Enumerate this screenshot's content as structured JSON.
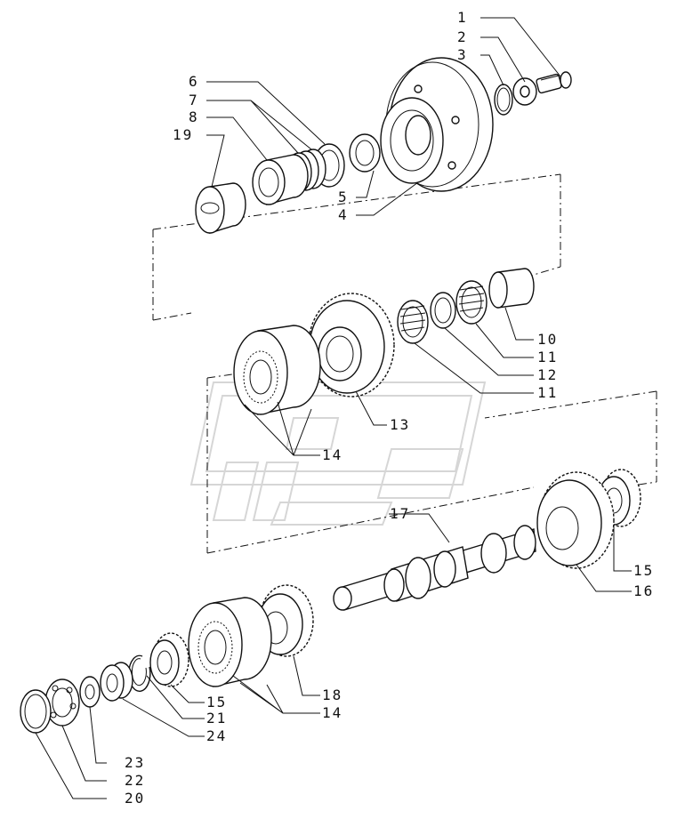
{
  "callouts": [
    {
      "id": "c1",
      "text": "1"
    },
    {
      "id": "c2",
      "text": "2"
    },
    {
      "id": "c3",
      "text": "3"
    },
    {
      "id": "c4",
      "text": "4"
    },
    {
      "id": "c5",
      "text": "5"
    },
    {
      "id": "c6",
      "text": "6"
    },
    {
      "id": "c7",
      "text": "7"
    },
    {
      "id": "c8",
      "text": "8"
    },
    {
      "id": "c19",
      "text": "19"
    },
    {
      "id": "c10",
      "text": "10"
    },
    {
      "id": "c11a",
      "text": "11"
    },
    {
      "id": "c12",
      "text": "12"
    },
    {
      "id": "c11b",
      "text": "11"
    },
    {
      "id": "c13",
      "text": "13"
    },
    {
      "id": "c14a",
      "text": "14"
    },
    {
      "id": "c17",
      "text": "17"
    },
    {
      "id": "c15a",
      "text": "15"
    },
    {
      "id": "c16",
      "text": "16"
    },
    {
      "id": "c18",
      "text": "18"
    },
    {
      "id": "c14b",
      "text": "14"
    },
    {
      "id": "c15b",
      "text": "15"
    },
    {
      "id": "c21",
      "text": "21"
    },
    {
      "id": "c24",
      "text": "24"
    },
    {
      "id": "c23",
      "text": "23"
    },
    {
      "id": "c22",
      "text": "22"
    },
    {
      "id": "c20",
      "text": "20"
    }
  ]
}
